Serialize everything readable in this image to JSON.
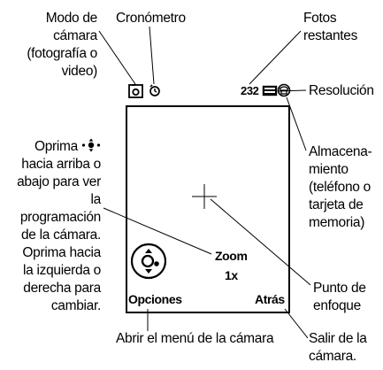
{
  "labels": {
    "modo_camara": [
      "Modo de",
      "cámara",
      "(fotografía o",
      "video)"
    ],
    "cronometro": "Cronómetro",
    "fotos_restantes": [
      "Fotos",
      "restantes"
    ],
    "resolucion": "Resolución",
    "oprima_before": "Oprima",
    "oprima": [
      "hacia arriba o",
      "abajo para ver",
      "la",
      "programación",
      "de la cámara.",
      "Oprima hacia",
      "la izquierda o",
      "derecha para",
      "cambiar."
    ],
    "almacenamiento": [
      "Almacena-",
      "miento",
      "(teléfono o",
      "tarjeta de",
      "memoria)"
    ],
    "punto_enfoque": [
      "Punto de",
      "enfoque"
    ],
    "abrir_menu": "Abrir el menú de la cámara",
    "salir": [
      "Salir de la",
      "cámara."
    ]
  },
  "screen": {
    "photos_remaining": "232",
    "zoom_label": "Zoom",
    "zoom_value": "1x",
    "softkey_left": "Opciones",
    "softkey_right": "Atrás"
  },
  "icons": [
    "camera-mode-icon",
    "timer-icon",
    "resolution-icon",
    "storage-icon",
    "focus-crosshair-icon",
    "nav-key-icon",
    "nav-center-icon"
  ]
}
